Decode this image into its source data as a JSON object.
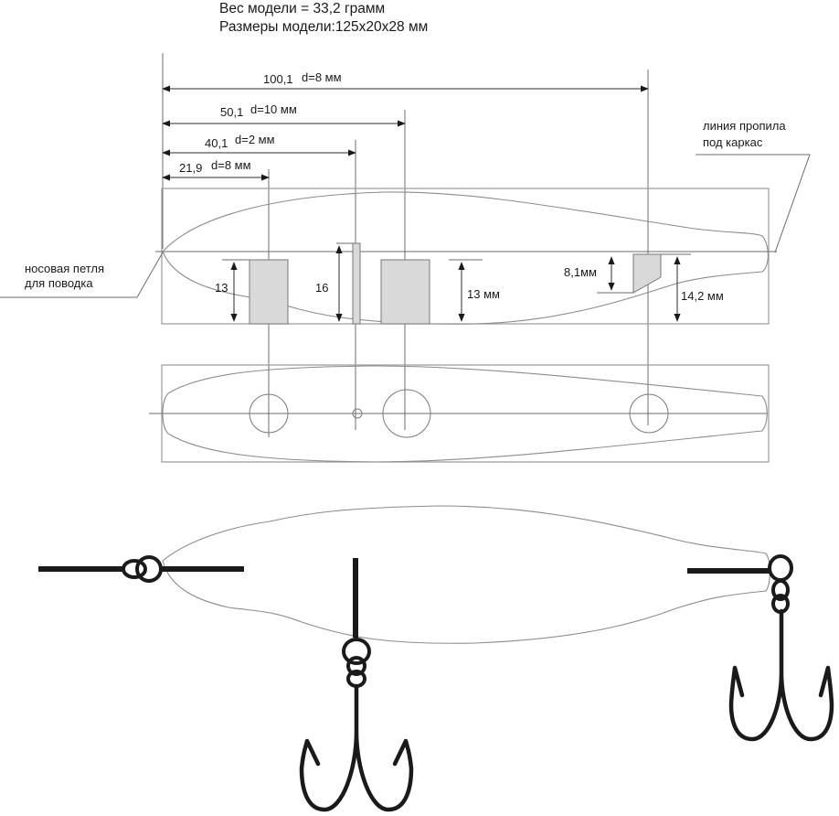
{
  "header": {
    "weight_line": "Вес модели =  33,2  грамм",
    "size_line": "Размеры модели:125х20х28 мм"
  },
  "dimensions": {
    "d100": {
      "value": "100,1",
      "diameter": "d=8 мм"
    },
    "d50": {
      "value": "50,1",
      "diameter": "d=10 мм"
    },
    "d40": {
      "value": "40,1",
      "diameter": "d=2 мм"
    },
    "d21": {
      "value": "21,9",
      "diameter": "d=8 мм"
    }
  },
  "callouts": {
    "cut_line": {
      "line1": "линия пропила",
      "line2": "под каркас"
    },
    "nose_loop": {
      "line1": "носовая петля",
      "line2": "для поводка"
    }
  },
  "depths": {
    "front_cavity": "13",
    "slot": "16",
    "middle_cavity": "13 мм",
    "rear_cavity_short": "8,1мм",
    "rear_cavity_full": "14,2 мм"
  },
  "colors": {
    "cavity_fill": "#d9d9d9",
    "wire": "#1a1a1a",
    "outline": "#8c8c8c"
  }
}
